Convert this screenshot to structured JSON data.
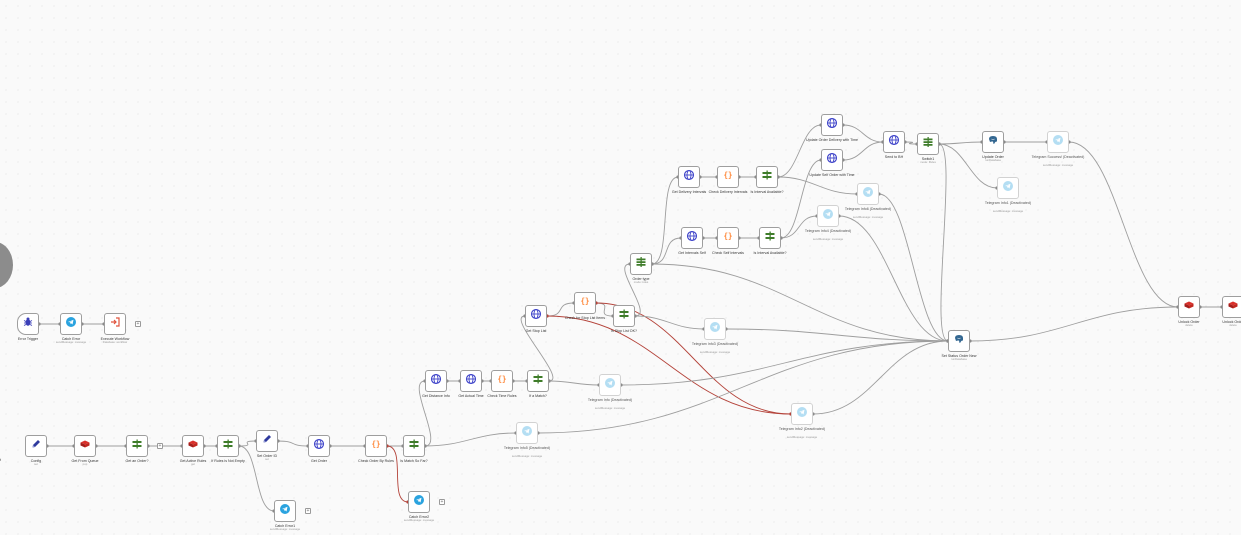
{
  "canvas": {
    "accent": "#ff6d5a",
    "edge_color": "#9e9e9e",
    "error_edge_color": "#b4433a"
  },
  "left_cut_label": "t",
  "nodes": [
    {
      "id": "error-trigger",
      "name": "Error Trigger",
      "sub": "",
      "icon": "bug",
      "trigger": true
    },
    {
      "id": "catch-error",
      "name": "Catch Error",
      "sub": "sendMessage: message",
      "icon": "telegram"
    },
    {
      "id": "execute-workflow",
      "name": "Execute Workflow",
      "sub": "Database: workflow",
      "icon": "execute",
      "plus": true
    },
    {
      "id": "config",
      "name": "Config",
      "sub": "set",
      "icon": "edit"
    },
    {
      "id": "get-from-queue",
      "name": "Get From Queue",
      "sub": "pop",
      "icon": "redis"
    },
    {
      "id": "get-an-order",
      "name": "Get an Order?",
      "sub": "",
      "icon": "if",
      "plus": true
    },
    {
      "id": "get-active-rules",
      "name": "Get Active Rules",
      "sub": "get",
      "icon": "redis"
    },
    {
      "id": "if-rules-not-empty",
      "name": "If Rules is Not Empty",
      "sub": "",
      "icon": "if"
    },
    {
      "id": "set-order-id",
      "name": "Set Order ID",
      "sub": "set",
      "icon": "edit"
    },
    {
      "id": "catch-error-1",
      "name": "Catch Error1",
      "sub": "sendMessage: message",
      "icon": "telegram",
      "plus": true
    },
    {
      "id": "get-order",
      "name": "Get Order",
      "sub": "",
      "icon": "http"
    },
    {
      "id": "check-order-by-rules",
      "name": "Check Order By Rules",
      "sub": "",
      "icon": "code"
    },
    {
      "id": "is-match-so-far",
      "name": "Is Match So Far?",
      "sub": "",
      "icon": "if"
    },
    {
      "id": "catch-error-2",
      "name": "Catch Error2",
      "sub": "sendMessage: message",
      "icon": "telegram",
      "plus": true
    },
    {
      "id": "telegram-info-deact-a",
      "name": "Telegram Info5 (Deactivated)",
      "sub": "sendMessage: message",
      "icon": "telegram",
      "off": true
    },
    {
      "id": "get-distance-info",
      "name": "Get Distance Info",
      "sub": "",
      "icon": "http"
    },
    {
      "id": "get-actual-time",
      "name": "Get Actual Time",
      "sub": "",
      "icon": "http"
    },
    {
      "id": "check-time-rules",
      "name": "Check Time Rules",
      "sub": "",
      "icon": "code"
    },
    {
      "id": "if-a-match",
      "name": "If a Match?",
      "sub": "",
      "icon": "if"
    },
    {
      "id": "telegram-info-deact-b",
      "name": "Telegram Info (Deactivated)",
      "sub": "sendMessage: message",
      "icon": "telegram",
      "off": true
    },
    {
      "id": "get-stop-list",
      "name": "Get Stop List",
      "sub": "",
      "icon": "http"
    },
    {
      "id": "check-stop-list-items",
      "name": "Check for Stop List Items",
      "sub": "",
      "icon": "code"
    },
    {
      "id": "is-stop-list-ok",
      "name": "Is Stop List OK?",
      "sub": "",
      "icon": "if"
    },
    {
      "id": "telegram-info-deact-c",
      "name": "Telegram Info3 (Deactivated)",
      "sub": "sendMessage: message",
      "icon": "telegram",
      "off": true
    },
    {
      "id": "telegram-info-deact-d",
      "name": "Telegram Info2 (Deactivated)",
      "sub": "sendMessage: message",
      "icon": "telegram",
      "off": true
    },
    {
      "id": "order-type",
      "name": "Order type",
      "sub": "mode: rules",
      "icon": "switch"
    },
    {
      "id": "get-delivery-intervals",
      "name": "Get Delivery Intervals",
      "sub": "",
      "icon": "http"
    },
    {
      "id": "check-delivery-intervals",
      "name": "Check Delivery Intervals",
      "sub": "",
      "icon": "code"
    },
    {
      "id": "is-interval-available",
      "name": "Is Interval Available?",
      "sub": "",
      "icon": "if"
    },
    {
      "id": "get-intervals-self",
      "name": "Get Intervals Self",
      "sub": "",
      "icon": "http"
    },
    {
      "id": "check-self-intervals",
      "name": "Check Self Intervals",
      "sub": "",
      "icon": "code"
    },
    {
      "id": "is-interval-available-1",
      "name": "Is Interval Available?",
      "sub": "",
      "icon": "if"
    },
    {
      "id": "telegram-info-deact-e",
      "name": "Telegram Info6 (Deactivated)",
      "sub": "sendMessage: message",
      "icon": "telegram",
      "off": true
    },
    {
      "id": "telegram-info-deact-f",
      "name": "Telegram Info4 (Deactivated)",
      "sub": "sendMessage: message",
      "icon": "telegram",
      "off": true
    },
    {
      "id": "update-order-delivery",
      "name": "Update Order Delivery with Time",
      "sub": "",
      "icon": "http"
    },
    {
      "id": "update-self-order",
      "name": "Update Self Order with Time",
      "sub": "",
      "icon": "http"
    },
    {
      "id": "send-to-bh",
      "name": "Send to BH",
      "sub": "",
      "icon": "http"
    },
    {
      "id": "switch-1",
      "name": "Switch1",
      "sub": "mode: Rules",
      "icon": "switch"
    },
    {
      "id": "update-order",
      "name": "Update Order",
      "sub": "runDatabase",
      "icon": "db"
    },
    {
      "id": "telegram-success",
      "name": "Telegram Success! (Deactivated)",
      "sub": "sendMessage: message",
      "icon": "telegram",
      "off": true
    },
    {
      "id": "telegram-info-deact-g",
      "name": "Telegram Info1 (Deactivated)",
      "sub": "sendMessage: message",
      "icon": "telegram",
      "off": true
    },
    {
      "id": "set-status-order-new",
      "name": "Set Status Order New",
      "sub": "runDatabase",
      "icon": "db"
    },
    {
      "id": "unlock-order",
      "name": "Unlock Order",
      "sub": "delete",
      "icon": "redis"
    },
    {
      "id": "unlock-order-1",
      "name": "Unlock Order",
      "sub": "delete",
      "icon": "redis"
    }
  ],
  "connections": [
    [
      "error-trigger",
      "catch-error"
    ],
    [
      "catch-error",
      "execute-workflow"
    ],
    [
      "config",
      "get-from-queue"
    ],
    [
      "get-from-queue",
      "get-an-order"
    ],
    [
      "get-an-order",
      "get-active-rules"
    ],
    [
      "get-active-rules",
      "if-rules-not-empty"
    ],
    [
      "if-rules-not-empty",
      "set-order-id"
    ],
    [
      "if-rules-not-empty",
      "catch-error-1"
    ],
    [
      "set-order-id",
      "get-order"
    ],
    [
      "get-order",
      "check-order-by-rules"
    ],
    [
      "check-order-by-rules",
      "is-match-so-far"
    ],
    [
      "check-order-by-rules",
      "catch-error-2",
      "error"
    ],
    [
      "is-match-so-far",
      "get-distance-info"
    ],
    [
      "is-match-so-far",
      "telegram-info-deact-a"
    ],
    [
      "get-distance-info",
      "get-actual-time"
    ],
    [
      "get-actual-time",
      "check-time-rules"
    ],
    [
      "check-time-rules",
      "if-a-match"
    ],
    [
      "if-a-match",
      "get-stop-list"
    ],
    [
      "if-a-match",
      "telegram-info-deact-b"
    ],
    [
      "get-stop-list",
      "check-stop-list-items"
    ],
    [
      "get-stop-list",
      "telegram-info-deact-d",
      "error"
    ],
    [
      "check-stop-list-items",
      "is-stop-list-ok"
    ],
    [
      "check-stop-list-items",
      "telegram-info-deact-d",
      "error"
    ],
    [
      "is-stop-list-ok",
      "order-type"
    ],
    [
      "is-stop-list-ok",
      "telegram-info-deact-c"
    ],
    [
      "order-type",
      "get-delivery-intervals"
    ],
    [
      "order-type",
      "get-intervals-self"
    ],
    [
      "order-type",
      "set-status-order-new"
    ],
    [
      "get-delivery-intervals",
      "check-delivery-intervals"
    ],
    [
      "check-delivery-intervals",
      "is-interval-available"
    ],
    [
      "is-interval-available",
      "update-order-delivery"
    ],
    [
      "is-interval-available",
      "telegram-info-deact-e"
    ],
    [
      "get-intervals-self",
      "check-self-intervals"
    ],
    [
      "check-self-intervals",
      "is-interval-available-1"
    ],
    [
      "is-interval-available-1",
      "update-self-order"
    ],
    [
      "is-interval-available-1",
      "telegram-info-deact-f"
    ],
    [
      "update-order-delivery",
      "send-to-bh"
    ],
    [
      "update-self-order",
      "send-to-bh"
    ],
    [
      "send-to-bh",
      "switch-1"
    ],
    [
      "switch-1",
      "update-order"
    ],
    [
      "switch-1",
      "telegram-info-deact-g"
    ],
    [
      "update-order",
      "telegram-success"
    ],
    [
      "switch-1",
      "set-status-order-new"
    ],
    [
      "telegram-info-deact-a",
      "set-status-order-new"
    ],
    [
      "telegram-info-deact-b",
      "set-status-order-new"
    ],
    [
      "telegram-info-deact-c",
      "set-status-order-new"
    ],
    [
      "telegram-info-deact-d",
      "set-status-order-new"
    ],
    [
      "telegram-info-deact-e",
      "set-status-order-new"
    ],
    [
      "telegram-info-deact-f",
      "set-status-order-new"
    ],
    [
      "telegram-success",
      "unlock-order"
    ],
    [
      "set-status-order-new",
      "unlock-order"
    ],
    [
      "unlock-order",
      "unlock-order-1"
    ]
  ]
}
